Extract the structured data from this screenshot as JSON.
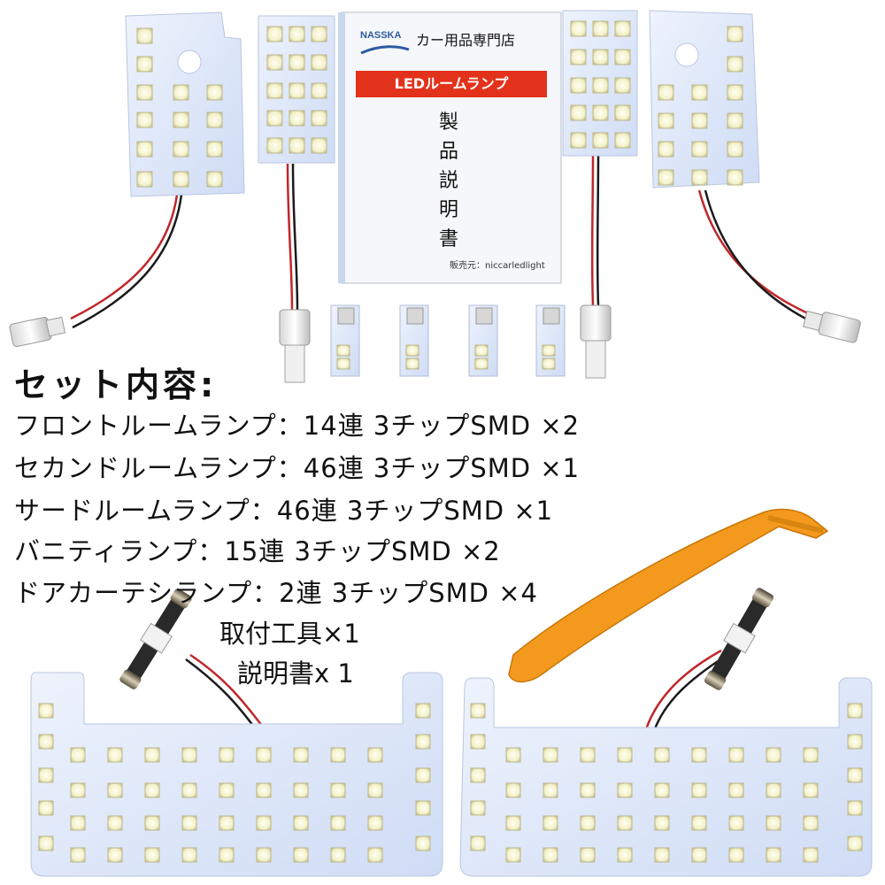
{
  "manual": {
    "brand": "NASSKA",
    "shop": "カー用品専門店",
    "banner": "LEDルームランプ",
    "title": "製品説明書",
    "seller": "販売元：niccarledlight"
  },
  "set_contents": {
    "heading": "セット内容:",
    "items": [
      "フロントルームランプ：14連 3チップSMD ×2",
      "セカンドルームランプ：46連 3チップSMD ×1",
      "サードルームランプ：46連 3チップSMD ×1",
      "バニティランプ：15連 3チップSMD ×2",
      "ドアカーテシランプ：2連 3チップSMD ×4"
    ],
    "extras": [
      "取付工具×1",
      "説明書x 1"
    ]
  },
  "colors": {
    "board": "#dfe9fb",
    "led": "#ffffe8",
    "tool": "#f39a1e",
    "banner": "#e3321b",
    "wire_red": "#c0262a",
    "wire_black": "#1a1a1a"
  }
}
